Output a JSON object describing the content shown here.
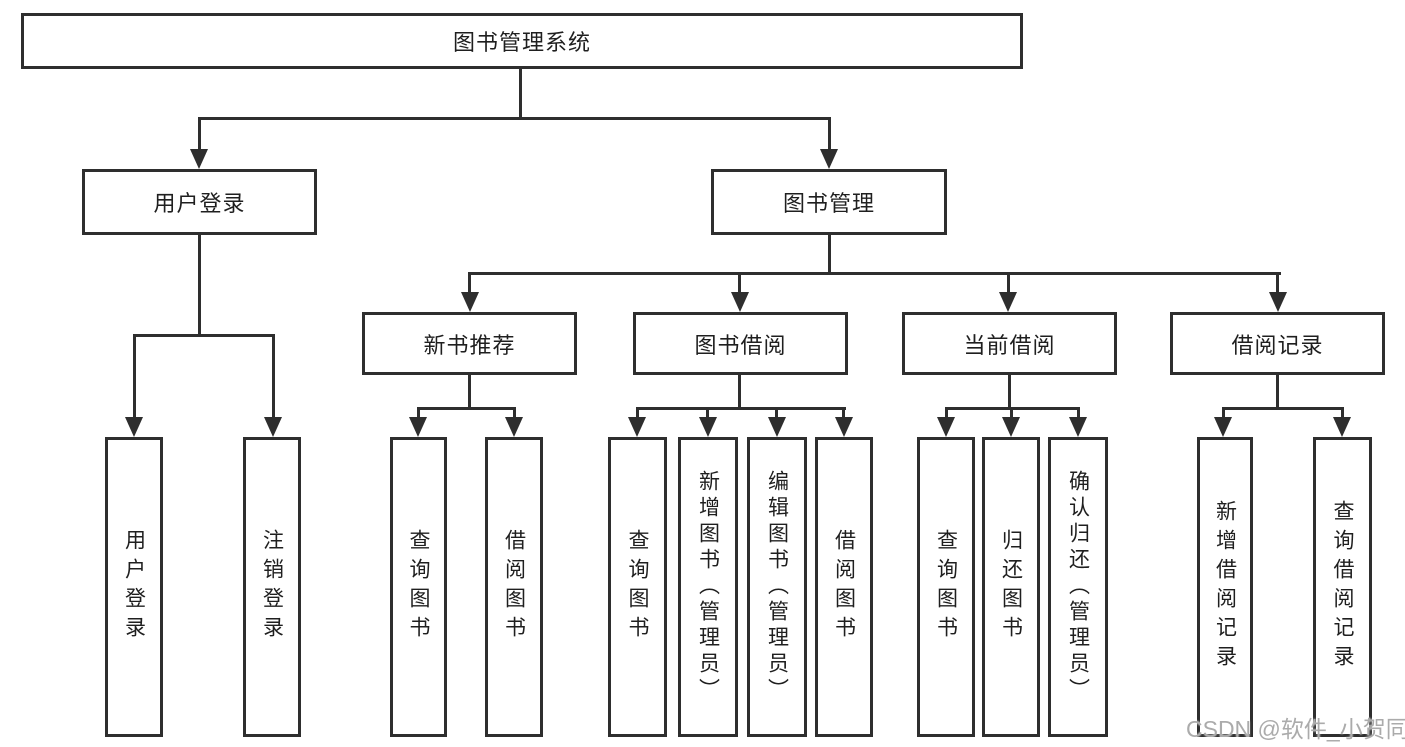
{
  "colors": {
    "line": "#2e2e2e",
    "text": "#1f1f1f",
    "watermark": "#ababab",
    "background": "#ffffff"
  },
  "watermark": {
    "text": "CSDN @软件_小贺同学"
  },
  "diagram": {
    "root": {
      "label": "图书管理系统"
    },
    "level2": [
      {
        "label": "用户登录"
      },
      {
        "label": "图书管理"
      }
    ],
    "level3": [
      {
        "label": "新书推荐"
      },
      {
        "label": "图书借阅"
      },
      {
        "label": "当前借阅"
      },
      {
        "label": "借阅记录"
      }
    ],
    "leaves": {
      "user_login": [
        {
          "label": "用户登录"
        },
        {
          "label": "注销登录"
        }
      ],
      "new_book": [
        {
          "label": "查询图书"
        },
        {
          "label": "借阅图书"
        }
      ],
      "book_borrow": [
        {
          "label": "查询图书"
        },
        {
          "label": "新增图书（管理员）"
        },
        {
          "label": "编辑图书（管理员）"
        },
        {
          "label": "借阅图书"
        }
      ],
      "current_borrow": [
        {
          "label": "查询图书"
        },
        {
          "label": "归还图书"
        },
        {
          "label": "确认归还（管理员）"
        }
      ],
      "borrow_records": [
        {
          "label": "新增借阅记录"
        },
        {
          "label": "查询借阅记录"
        }
      ]
    }
  }
}
